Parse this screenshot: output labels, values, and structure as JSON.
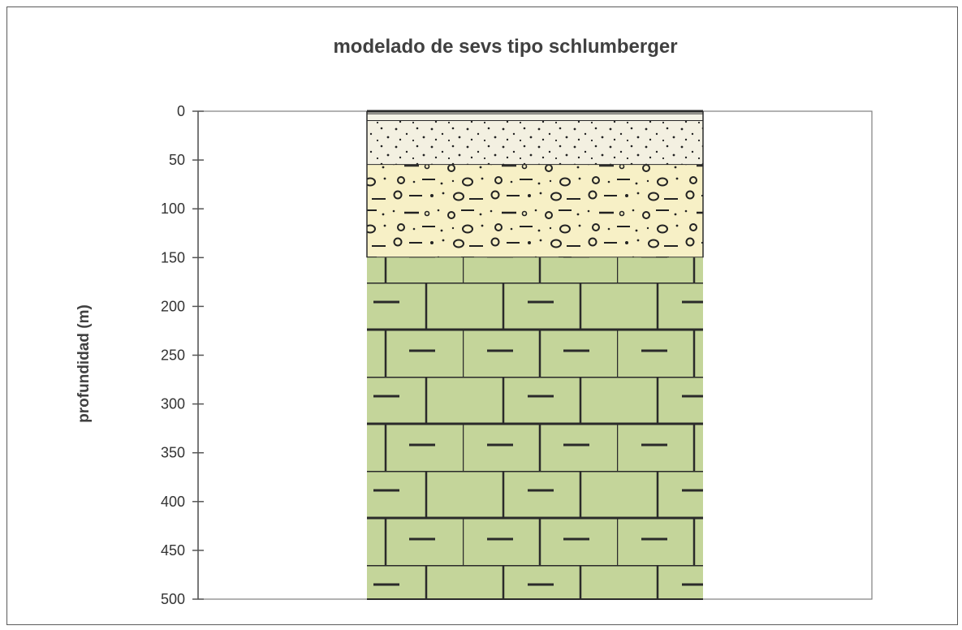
{
  "chart_data": {
    "type": "bar",
    "title": "modelado de sevs tipo schlumberger",
    "ylabel": "profundidad (m)",
    "xlabel": "",
    "y_axis_inverted": true,
    "ylim": [
      0,
      500
    ],
    "yticks": [
      0,
      50,
      100,
      150,
      200,
      250,
      300,
      350,
      400,
      450,
      500
    ],
    "grid": false,
    "legend": "none",
    "layers": [
      {
        "top": 0,
        "bottom": 3,
        "pattern": "thin-layer",
        "color": "#e8e6dc"
      },
      {
        "top": 3,
        "bottom": 10,
        "pattern": "thin-layer",
        "color": "#f4f2e6"
      },
      {
        "top": 10,
        "bottom": 55,
        "pattern": "sand-dots",
        "color": "#f3f0e1"
      },
      {
        "top": 55,
        "bottom": 150,
        "pattern": "gravel-clay",
        "color": "#f7f0c6"
      },
      {
        "top": 150,
        "bottom": 500,
        "pattern": "limestone",
        "color": "#c4d59a"
      }
    ]
  }
}
